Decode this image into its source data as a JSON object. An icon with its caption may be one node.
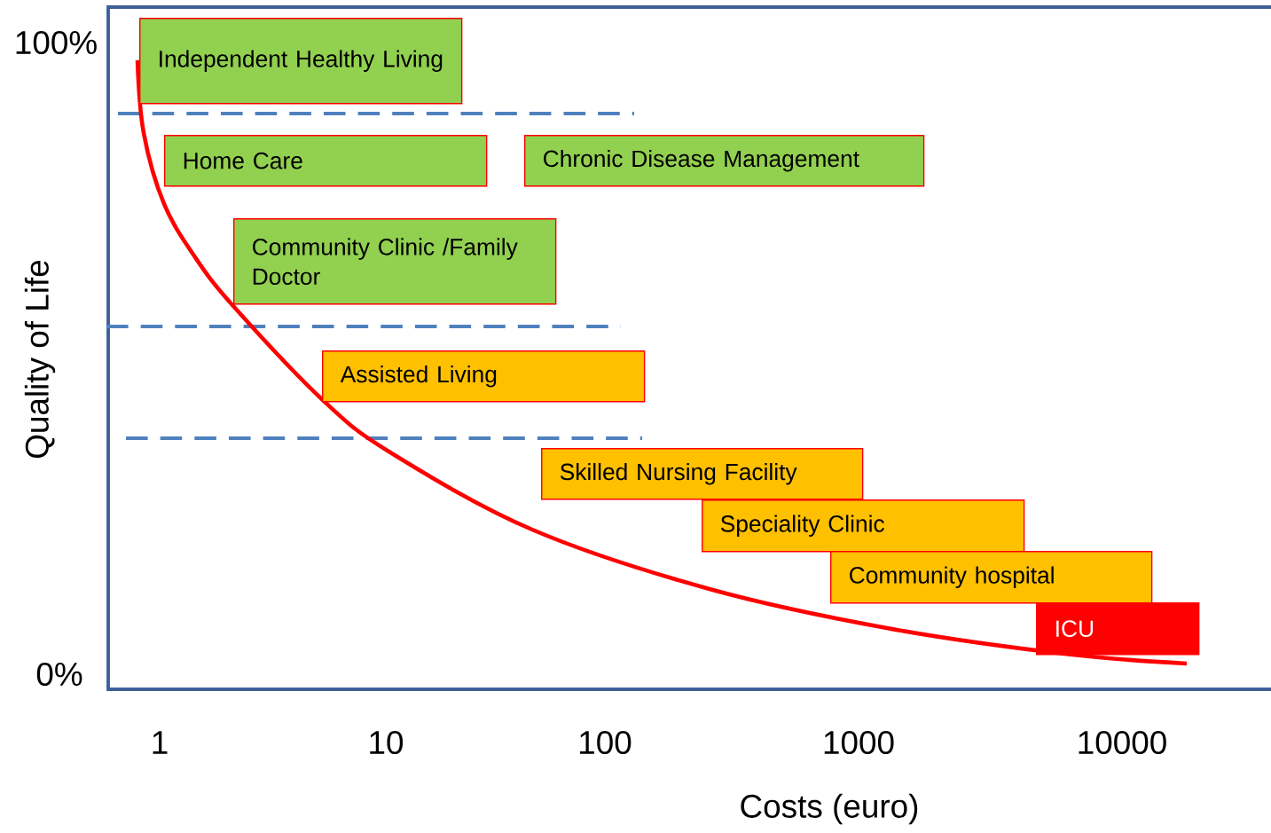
{
  "diagram": {
    "nodes": [
      {
        "text": [
          "Independent Healthy Living"
        ]
      },
      {
        "text": [
          "Home Care"
        ]
      },
      {
        "text": [
          "Chronic Disease Management"
        ]
      },
      {
        "text": [
          "Community Clinic /Family Doctor"
        ]
      },
      {
        "text": [
          "Assisted Living"
        ]
      },
      {
        "text": [
          "Skilled Nursing Facility"
        ]
      },
      {
        "text": [
          "Speciality Clinic"
        ]
      },
      {
        "text": [
          "Community hospital"
        ]
      },
      {
        "text": [
          "ICU"
        ]
      }
    ],
    "labels": [
      "100%",
      "0%",
      "Quality of Life",
      "1",
      "10",
      "100",
      "1000",
      "10000",
      "Costs (euro)"
    ]
  }
}
